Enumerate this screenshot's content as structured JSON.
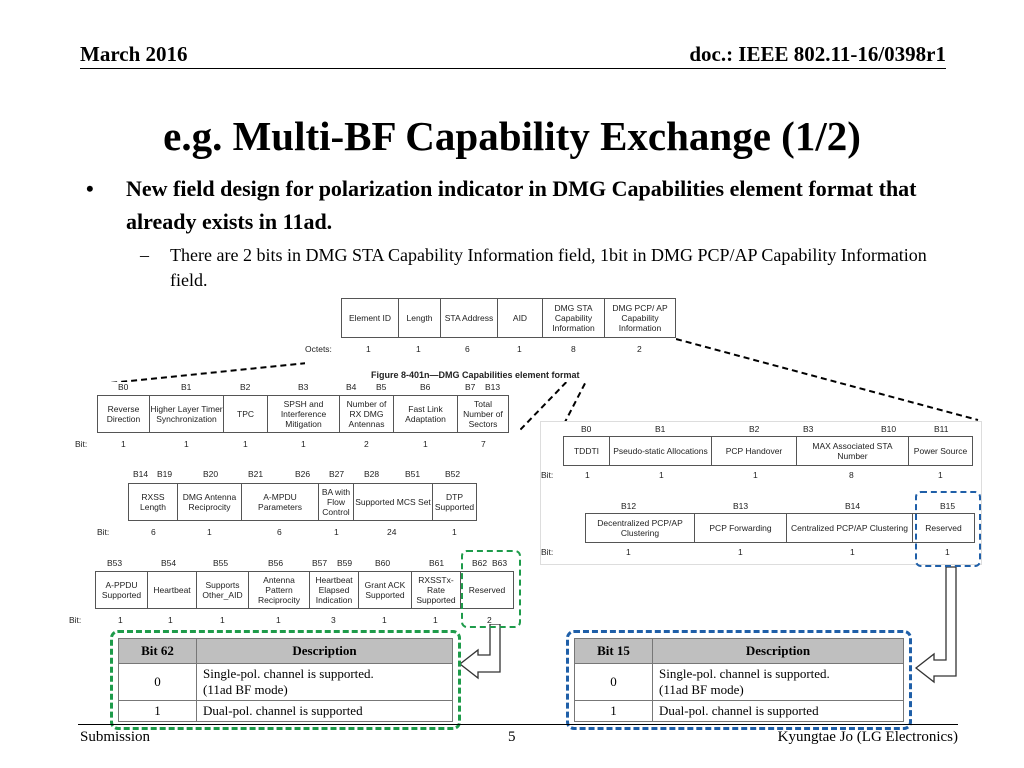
{
  "header": {
    "date": "March 2016",
    "doc": "doc.: IEEE 802.11-16/0398r1"
  },
  "title": "e.g. Multi-BF Capability Exchange (1/2)",
  "bullets": {
    "main": "New field design for polarization indicator in DMG Capabilities element format that already exists in 11ad.",
    "sub": "There are 2 bits in DMG STA Capability Information field, 1bit in DMG PCP/AP Capability Information field."
  },
  "top_figure": {
    "fields": [
      "Element ID",
      "Length",
      "STA Address",
      "AID",
      "DMG STA Capability Information",
      "DMG PCP/ AP Capability Information"
    ],
    "octets_label": "Octets:",
    "octets": [
      "1",
      "1",
      "6",
      "1",
      "8",
      "2"
    ],
    "caption": "Figure 8-401n—DMG Capabilities element format"
  },
  "sta_row1": {
    "bits_top": [
      "B0",
      "B1",
      "B2",
      "B3",
      "B4",
      "B5",
      "B6",
      "B7",
      "B13"
    ],
    "fields": [
      "Reverse Direction",
      "Higher Layer Timer Synchronization",
      "TPC",
      "SPSH and Interference Mitigation",
      "Number of RX DMG Antennas",
      "Fast Link Adaptation",
      "Total Number of Sectors"
    ],
    "bit_label": "Bit:",
    "sizes": [
      "1",
      "1",
      "1",
      "1",
      "2",
      "1",
      "7"
    ]
  },
  "sta_row2": {
    "bits_top": [
      "B14",
      "B19",
      "B20",
      "B21",
      "B26",
      "B27",
      "B28",
      "B51",
      "B52"
    ],
    "fields": [
      "RXSS Length",
      "DMG Antenna Reciprocity",
      "A-MPDU Parameters",
      "BA with Flow Control",
      "Supported MCS Set",
      "DTP Supported"
    ],
    "bit_label": "Bit:",
    "sizes": [
      "6",
      "1",
      "6",
      "1",
      "24",
      "1"
    ]
  },
  "sta_row3": {
    "bits_top": [
      "B53",
      "B54",
      "B55",
      "B56",
      "B57",
      "B59",
      "B60",
      "B61",
      "B62",
      "B63"
    ],
    "fields": [
      "A-PPDU Supported",
      "Heartbeat",
      "Supports Other_AID",
      "Antenna Pattern Reciprocity",
      "Heartbeat Elapsed Indication",
      "Grant ACK Supported",
      "RXSSTx-Rate Supported",
      "Reserved"
    ],
    "bit_label": "Bit:",
    "sizes": [
      "1",
      "1",
      "1",
      "1",
      "3",
      "1",
      "1",
      "2"
    ]
  },
  "pcp_row1": {
    "bits_top": [
      "B0",
      "B1",
      "B2",
      "B3",
      "B10",
      "B11"
    ],
    "fields": [
      "TDDTI",
      "Pseudo-static Allocations",
      "PCP Handover",
      "MAX Associated STA Number",
      "Power Source"
    ],
    "bit_label": "Bit:",
    "sizes": [
      "1",
      "1",
      "1",
      "8",
      "1"
    ]
  },
  "pcp_row2": {
    "bits_top": [
      "B12",
      "B13",
      "B14",
      "B15"
    ],
    "fields": [
      "Decentralized PCP/AP Clustering",
      "PCP Forwarding",
      "Centralized PCP/AP Clustering",
      "Reserved"
    ],
    "bit_label": "Bit:",
    "sizes": [
      "1",
      "1",
      "1",
      "1"
    ]
  },
  "table_left": {
    "headers": [
      "Bit 62",
      "Description"
    ],
    "rows": [
      {
        "v": "0",
        "d1": "Single-pol. channel is supported.",
        "d2": "(11ad BF mode)"
      },
      {
        "v": "1",
        "d1": "Dual-pol. channel is supported",
        "d2": ""
      }
    ]
  },
  "table_right": {
    "headers": [
      "Bit 15",
      "Description"
    ],
    "rows": [
      {
        "v": "0",
        "d1": "Single-pol. channel is supported.",
        "d2": "(11ad BF mode)"
      },
      {
        "v": "1",
        "d1": "Dual-pol. channel is supported",
        "d2": ""
      }
    ]
  },
  "colors": {
    "green": "#1e9b4a",
    "blue": "#1f5fa8"
  },
  "footer": {
    "left": "Submission",
    "page": "5",
    "right": "Kyungtae Jo (LG Electronics)"
  }
}
